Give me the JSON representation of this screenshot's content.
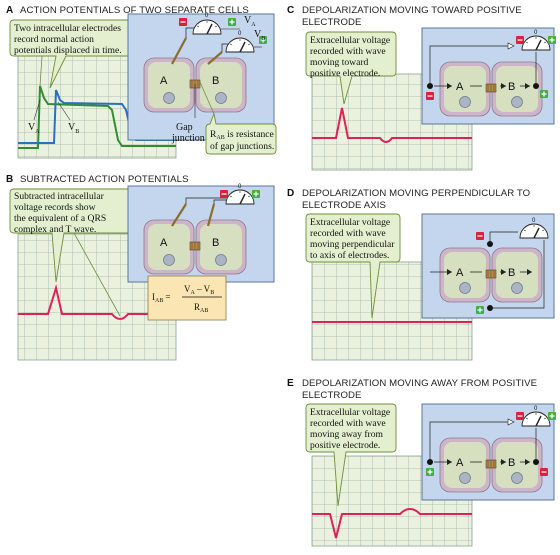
{
  "colors": {
    "grid_bg": "#eaf2df",
    "grid_line": "#9fb3a3",
    "inset_bg": "#c3d6ee",
    "callout_bg": "#e3efcf",
    "callout_border": "#6f8f3a",
    "trace": "#e0205a",
    "trace_a": "#2f8f2f",
    "trace_b": "#2a6fc0",
    "cell_outer": "#cdb4c8",
    "cell_inner": "#d6dfbf",
    "nucleus": "#aab4c4",
    "formula_bg": "#fbe6b3",
    "minus": "#e0203a",
    "plus": "#40b040"
  },
  "panel_a": {
    "letter": "A",
    "title": "ACTION POTENTIALS OF TWO SEPARATE CELLS",
    "callout": [
      "Two intracellular electrodes",
      "record normal action",
      "potentials displaced in time."
    ],
    "label_va": "V",
    "label_va_sub": "A",
    "label_vb": "V",
    "label_vb_sub": "B",
    "meter_va": "V",
    "meter_va_sub": "A",
    "meter_vb": "V",
    "meter_vb_sub": "B",
    "cell_a": "A",
    "cell_b": "B",
    "gap_label": [
      "Gap",
      "junction"
    ],
    "rab_callout": [
      "R",
      "AB",
      " is resistance",
      "of gap junctions."
    ]
  },
  "panel_b": {
    "letter": "B",
    "title": "SUBTRACTED ACTION POTENTIALS",
    "callout": [
      "Subtracted intracellular",
      "voltage records show",
      "the equivalent of a QRS",
      "complex and T wave."
    ],
    "cell_a": "A",
    "cell_b": "B",
    "formula_lhs": "I",
    "formula_lhs_sub": "AB",
    "formula_eq": "=",
    "formula_num": "V",
    "formula_num_a": "A",
    "formula_minus": " – V",
    "formula_num_b": "B",
    "formula_den": "R",
    "formula_den_sub": "AB"
  },
  "panel_c": {
    "letter": "C",
    "title": [
      "DEPOLARIZATION MOVING TOWARD POSITIVE",
      "ELECTRODE"
    ],
    "callout": [
      "Extracellular voltage",
      "recorded with wave",
      "moving toward",
      "positive electrode."
    ],
    "cell_a": "A",
    "cell_b": "B"
  },
  "panel_d": {
    "letter": "D",
    "title": [
      "DEPOLARIZATION MOVING PERPENDICULAR TO",
      "ELECTRODE AXIS"
    ],
    "callout": [
      "Extracellular voltage",
      "recorded with wave",
      "moving perpendicular",
      "to axis of electrodes."
    ],
    "cell_a": "A",
    "cell_b": "B"
  },
  "panel_e": {
    "letter": "E",
    "title": [
      "DEPOLARIZATION MOVING AWAY FROM POSITIVE",
      "ELECTRODE"
    ],
    "callout": [
      "Extracellular voltage",
      "recorded with wave",
      "moving away from",
      "positive electrode."
    ],
    "cell_a": "A",
    "cell_b": "B"
  },
  "meter_zero": "0",
  "sign_minus": "–",
  "sign_plus": "+"
}
